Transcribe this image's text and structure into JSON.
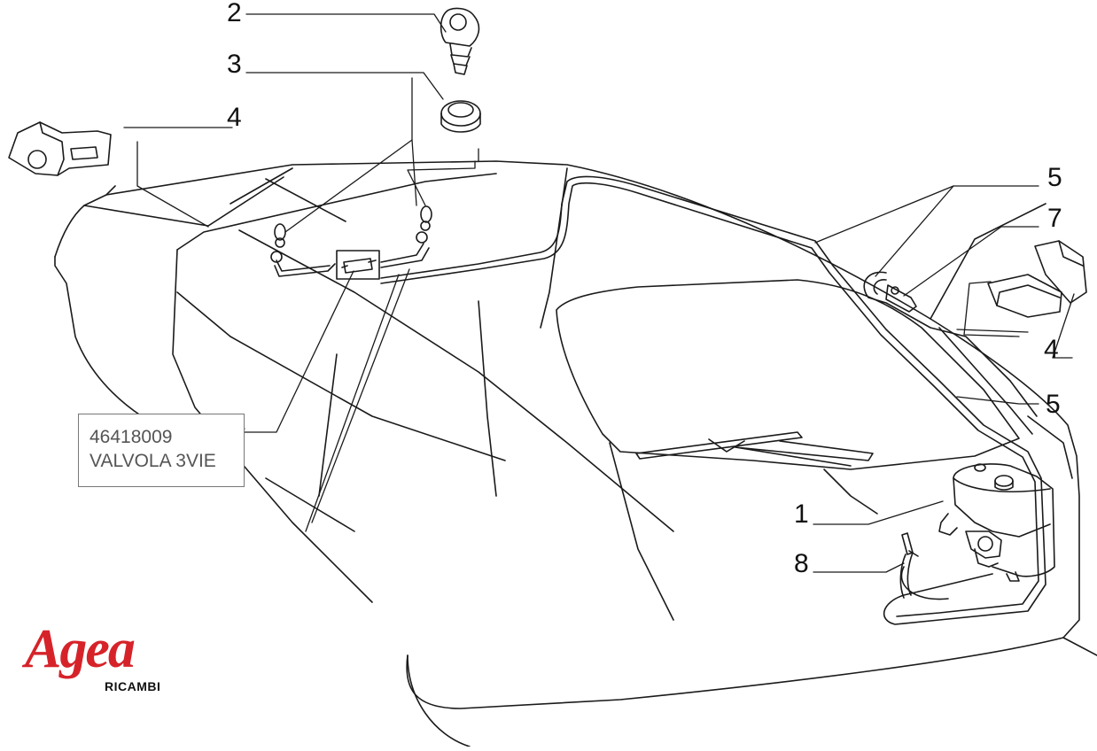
{
  "callouts": [
    {
      "id": "2",
      "text": "2"
    },
    {
      "id": "3",
      "text": "3"
    },
    {
      "id": "4a",
      "text": "4"
    },
    {
      "id": "5a",
      "text": "5"
    },
    {
      "id": "7",
      "text": "7"
    },
    {
      "id": "4b",
      "text": "4"
    },
    {
      "id": "5b",
      "text": "5"
    },
    {
      "id": "1",
      "text": "1"
    },
    {
      "id": "8",
      "text": "8"
    }
  ],
  "part_box": {
    "code": "46418009",
    "name": "VALVOLA 3VIE"
  },
  "logo": {
    "word": "Agea",
    "sub": "RICAMBI",
    "color": "#d6232a"
  },
  "colors": {
    "line": "#1a1a1a",
    "background": "#ffffff"
  }
}
